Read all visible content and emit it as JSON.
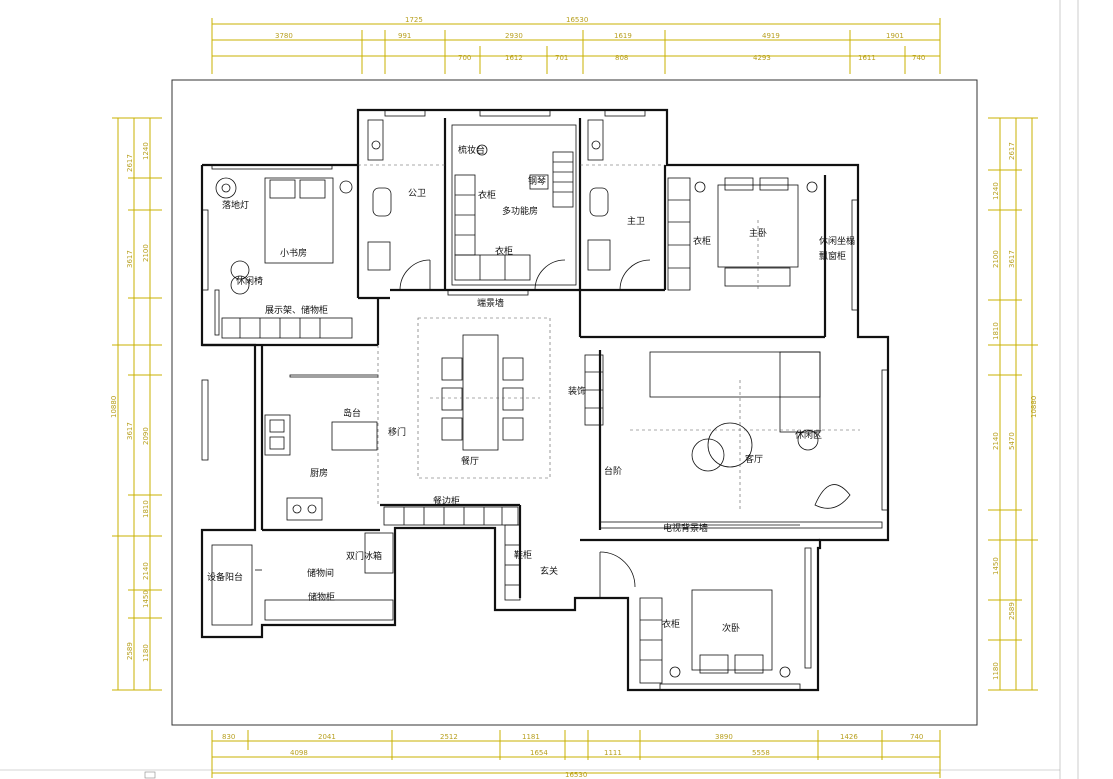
{
  "rooms": {
    "small_study": "小书房",
    "floor_lamp": "落地灯",
    "lounge_chair": "休闲椅",
    "display_storage_cabinet": "展示架、储物柜",
    "public_bath": "公卫",
    "dressing_table": "梳妆台",
    "wardrobe_multi": "衣柜",
    "piano": "钢琴",
    "multi_function_room": "多功能房",
    "wardrobe_lower": "衣柜",
    "master_bath": "主卫",
    "wardrobe_master": "衣柜",
    "master_bedroom": "主卧",
    "leisure_bay_window": "休闲坐榻",
    "bay_window_cabinet": "飘窗柜",
    "end_view_wall": "端景墙",
    "decor": "装饰",
    "living_room": "客厅",
    "leisure_area": "休闲区",
    "steps": "台阶",
    "tv_backdrop": "电视背景墙",
    "island": "岛台",
    "sliding_door": "移门",
    "kitchen": "厨房",
    "dining_room": "餐厅",
    "sideboard": "餐边柜",
    "double_door_fridge": "双门冰箱",
    "storage_room": "储物间",
    "storage_cabinet": "储物柜",
    "equipment_balcony": "设备阳台",
    "shoe_cabinet": "鞋柜",
    "entrance": "玄关",
    "wardrobe_second": "衣柜",
    "second_bedroom": "次卧"
  },
  "dimensions": {
    "top_row1": [
      "1725",
      "16530"
    ],
    "top_row2": [
      "3780",
      "991",
      "2930",
      "1619",
      "4919",
      "1901"
    ],
    "top_row3": [
      "700",
      "1612",
      "701",
      "808",
      "4293",
      "1611",
      "740"
    ],
    "bottom_row1": [
      "830",
      "2041",
      "2512",
      "1181",
      "3890",
      "1426",
      "740"
    ],
    "bottom_row2": [
      "4098",
      "1654",
      "1111",
      "5558"
    ],
    "bottom_row3": [
      "16530"
    ],
    "left_outer": "10880",
    "left_mid": [
      "2617",
      "3617",
      "3617",
      "2589"
    ],
    "left_inner": [
      "1240",
      "2100",
      "2090",
      "1810",
      "2140",
      "1450",
      "1180"
    ],
    "right_outer": "10880",
    "right_mid": [
      "2617",
      "3617",
      "5470",
      "2589"
    ],
    "right_inner": [
      "1240",
      "2100",
      "1810",
      "2140",
      "1450",
      "1180"
    ]
  }
}
